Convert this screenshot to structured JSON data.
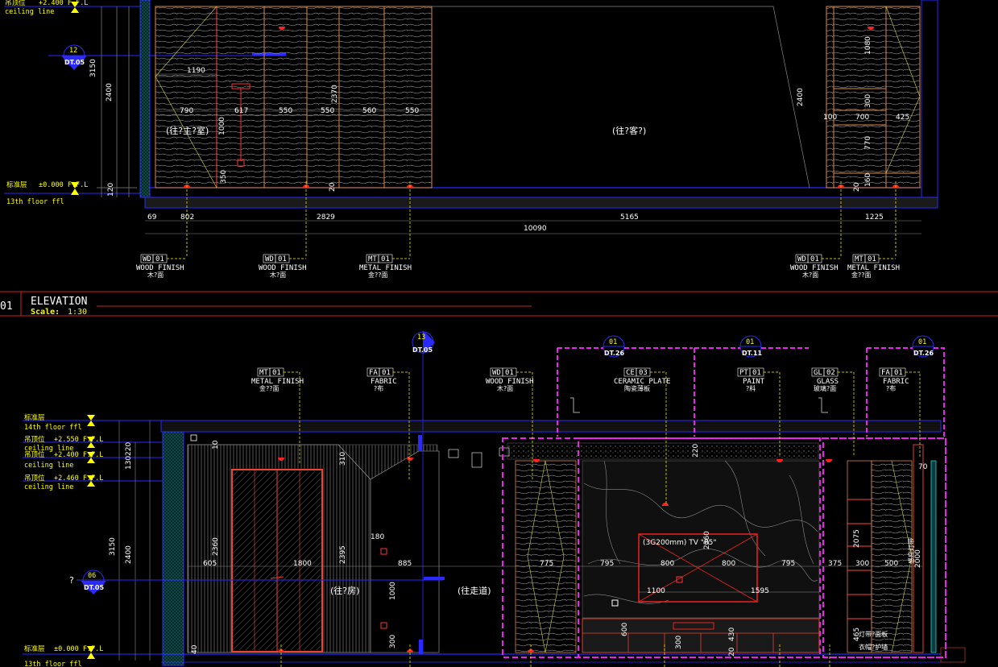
{
  "title": {
    "number": "01",
    "name": "ELEVATION",
    "scale_label": "Scale:",
    "scale_value": "1:30"
  },
  "upper": {
    "levels": [
      {
        "cn": "吊顶位",
        "value": "+2.400 F.F.L",
        "en": "ceiling line"
      },
      {
        "cn": "标准层",
        "value": "±0.000 F.F.L",
        "en": "13th floor ffl"
      }
    ],
    "section_marker": {
      "num": "12",
      "ref": "DT.05"
    },
    "rooms": [
      "(往?主?室)",
      "(往?客?)"
    ],
    "height_dims": [
      "3150",
      "2400",
      "120",
      "2370",
      "2400",
      "1000",
      "350",
      "20"
    ],
    "panel_dims": [
      "1190",
      "790",
      "617",
      "550",
      "550",
      "560",
      "550"
    ],
    "right_dims": [
      "1080",
      "300",
      "770",
      "160",
      "20",
      "100",
      "700",
      "425"
    ],
    "bottom_dims": [
      "69",
      "802",
      "2829",
      "5165",
      "1225"
    ],
    "total_dim": "10090",
    "tags": [
      {
        "code": "WD",
        "num": "01",
        "en": "WOOD FINISH",
        "cn": "木?面"
      },
      {
        "code": "WD",
        "num": "01",
        "en": "WOOD FINISH",
        "cn": "木?面"
      },
      {
        "code": "MT",
        "num": "01",
        "en": "METAL FINISH",
        "cn": "金??面"
      },
      {
        "code": "WD",
        "num": "01",
        "en": "WOOD FINISH",
        "cn": "木?面"
      },
      {
        "code": "MT",
        "num": "01",
        "en": "METAL FINISH",
        "cn": "金??面"
      }
    ]
  },
  "lower": {
    "levels": [
      {
        "cn": "标准层",
        "value": "",
        "en": "14th floor ffl"
      },
      {
        "cn": "吊顶位",
        "value": "+2.550 F.F.L",
        "en": "ceiling line"
      },
      {
        "cn": "吊顶位",
        "value": "+2.400 F.F.L",
        "en": "ceiling line"
      },
      {
        "cn": "吊顶位",
        "value": "+2.460 F.F.L",
        "en": "ceiling line"
      },
      {
        "cn": "标准层",
        "value": "±0.000 F.F.L",
        "en": "13th floor ffl"
      }
    ],
    "section_markers": [
      {
        "num": "13",
        "ref": "DT.05"
      },
      {
        "num": "06",
        "ref": "DT.05"
      },
      {
        "num": "01",
        "ref": "DT.26"
      },
      {
        "num": "01",
        "ref": "DT.11"
      },
      {
        "num": "01",
        "ref": "DT.26"
      }
    ],
    "tags": [
      {
        "code": "MT",
        "num": "01",
        "en": "METAL FINISH",
        "cn": "金??面"
      },
      {
        "code": "FA",
        "num": "01",
        "en": "FABRIC",
        "cn": "?布"
      },
      {
        "code": "WD",
        "num": "01",
        "en": "WOOD FINISH",
        "cn": "木?面"
      },
      {
        "code": "CE",
        "num": "03",
        "en": "CERAMIC PLATE",
        "cn": "陶瓷薄板"
      },
      {
        "code": "PT",
        "num": "01",
        "en": "PAINT",
        "cn": "?料"
      },
      {
        "code": "GL",
        "num": "02",
        "en": "GLASS",
        "cn": "玻璃?面"
      },
      {
        "code": "FA",
        "num": "01",
        "en": "FABRIC",
        "cn": "?布"
      }
    ],
    "rooms": [
      "(往?房)",
      "(往走道)"
    ],
    "dims_horizontal": [
      "605",
      "1800",
      "885",
      "775",
      "795",
      "800",
      "800",
      "795",
      "375",
      "300",
      "500",
      "1100",
      "1595",
      "180"
    ],
    "dims_vertical": [
      "3150",
      "2400",
      "130",
      "220",
      "2360",
      "2395",
      "1000",
      "300",
      "310",
      "220",
      "2360",
      "600",
      "300",
      "430",
      "2075",
      "2000",
      "465",
      "70",
      "10",
      "40",
      "20"
    ],
    "tv_label": "(3G200mm) TV \"85\"",
    "notes": [
      "感应灯带",
      "灯带?面板",
      "衣帽?护墙"
    ],
    "question_mark": "?"
  }
}
